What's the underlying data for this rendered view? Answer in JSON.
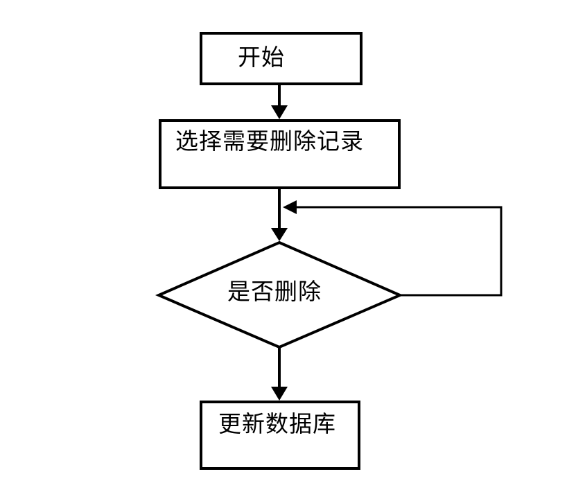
{
  "page": {
    "background_color": "#ffffff"
  },
  "diagram": {
    "type": "flowchart",
    "direction": "top-down",
    "colors": {
      "stroke": "#000000",
      "text": "#000000",
      "node_fill": "#ffffff"
    },
    "nodes": [
      {
        "id": "start",
        "shape": "rectangle",
        "label": "开始"
      },
      {
        "id": "select-records",
        "shape": "rectangle",
        "label": "选择需要删除记录"
      },
      {
        "id": "confirm-delete",
        "shape": "diamond",
        "label": "是否删除"
      },
      {
        "id": "update-database",
        "shape": "rectangle",
        "label": "更新数据库"
      }
    ],
    "edges": [
      {
        "from": "start",
        "to": "select-records",
        "style": "arrow-down"
      },
      {
        "from": "select-records",
        "to": "confirm-delete",
        "style": "arrow-down"
      },
      {
        "from": "confirm-delete",
        "to": "select-records-to-confirm-line",
        "style": "loop-right-back",
        "note": "exits right vertex, goes up and re-enters the incoming vertical line with a left-pointing arrow"
      },
      {
        "from": "confirm-delete",
        "to": "update-database",
        "style": "arrow-down"
      }
    ]
  }
}
